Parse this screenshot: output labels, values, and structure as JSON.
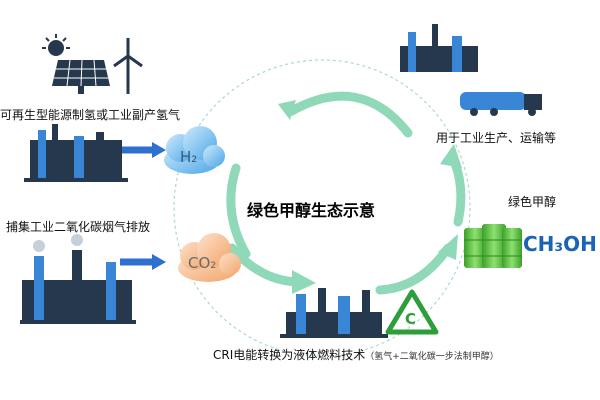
{
  "labels": {
    "renewable_hydrogen": "可再生型能源制氢或工业副产氢气",
    "capture_co2": "捕集工业二氧化碳烟气排放",
    "industry_transport": "用于工业生产、运输等",
    "green_methanol": "绿色甲醇",
    "center_title": "绿色甲醇生态示意",
    "cri_tech": "CRI电能转换为液体燃料技术",
    "cri_tech_note": "（氢气+二氧化碳一步法制甲醇）",
    "h2": "H₂",
    "co2": "CO₂",
    "ch3oh": "CH₃OH",
    "recycle_letter": "C"
  },
  "colors": {
    "cycle_arrow": "#8fd9b8",
    "feed_arrow": "#2f6fd0",
    "cloud_h2": "#4aa6e8",
    "cloud_co2": "#f3a46a",
    "barrel": "#56c13f",
    "ch3oh_text": "#1a63b5",
    "recycle": "#2e9d3b",
    "icon_dark": "#26384d",
    "icon_blue": "#3a86d6"
  },
  "icons": [
    "solar-panel-icon",
    "wind-turbine-icon",
    "sun-icon",
    "refinery-icon",
    "factory-emissions-icon",
    "truck-icon",
    "methanol-barrel-icon",
    "recycle-icon",
    "chemical-plant-icon"
  ]
}
